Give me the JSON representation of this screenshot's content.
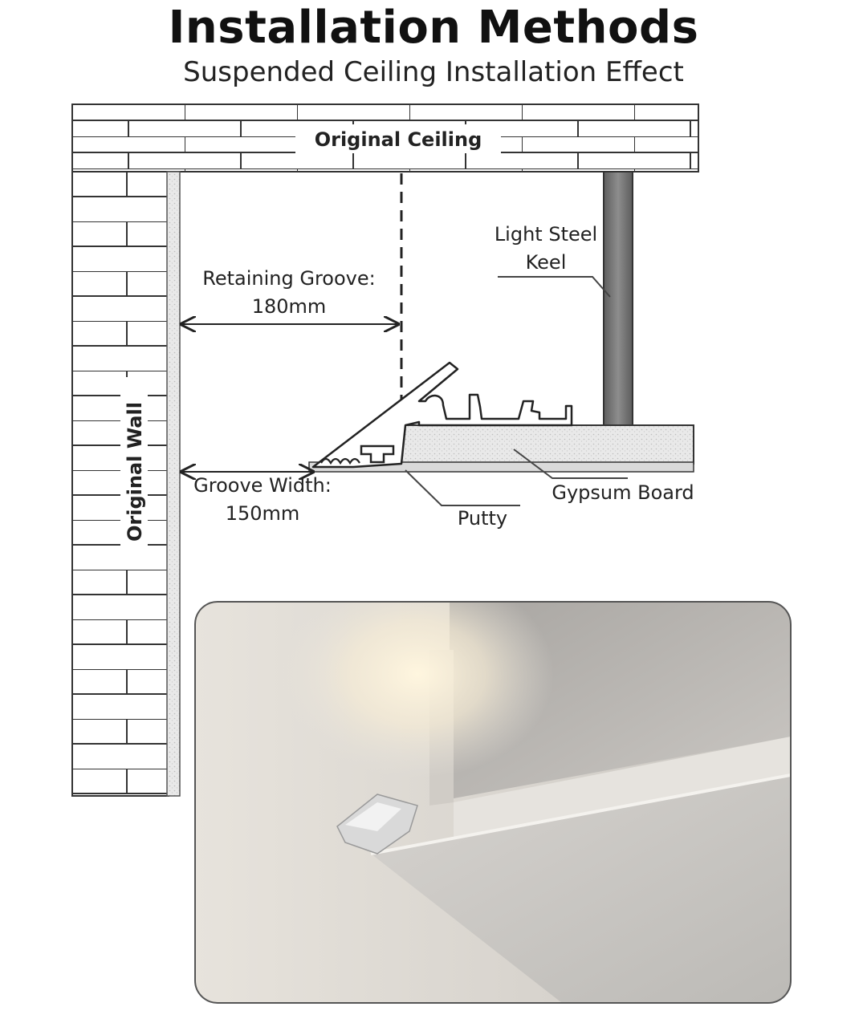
{
  "header": {
    "title": "Installation Methods",
    "subtitle": "Suspended Ceiling Installation Effect"
  },
  "labels": {
    "original_ceiling": "Original Ceiling",
    "original_wall": "Original Wall",
    "light_steel_line1": "Light Steel",
    "light_steel_line2": "Keel",
    "retaining_groove_line1": "Retaining Groove:",
    "retaining_groove_line2": "180mm",
    "groove_width_line1": "Groove Width:",
    "groove_width_line2": "150mm",
    "gypsum_board": "Gypsum Board",
    "putty": "Putty"
  },
  "colors": {
    "brick_line": "#333333",
    "keel": "#7d7d7d",
    "board_fill": "#ececec",
    "photo_wall": "#d9d6d1",
    "photo_ceiling": "#bdbab6",
    "light_glow": "#fff3d6"
  }
}
